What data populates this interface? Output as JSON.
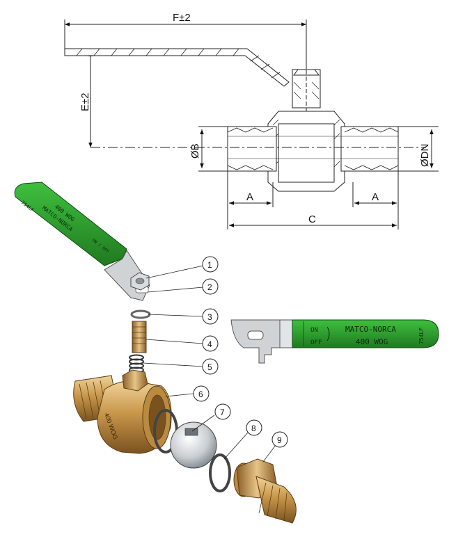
{
  "dimensions": {
    "f": "F±2",
    "e": "E±2",
    "b": "ØB",
    "dn": "ØDN",
    "a_left": "A",
    "a_right": "A",
    "c": "C"
  },
  "callouts": [
    "1",
    "2",
    "3",
    "4",
    "5",
    "6",
    "7",
    "8",
    "9"
  ],
  "handle_tag": {
    "on": "ON",
    "off": "OFF",
    "brand": "MATCO-NORCA",
    "rating": "400 WOG",
    "model": "754LF"
  },
  "handle_small": {
    "brand": "MATCO-NORCA",
    "rating": "400 WOG",
    "model": "754LF",
    "on_off": "ON / OFF"
  },
  "body_text": "400 WOG",
  "colors": {
    "handle_green": "#2f9e2f",
    "brass": "#c8964a",
    "steel": "#cfd3d6"
  }
}
